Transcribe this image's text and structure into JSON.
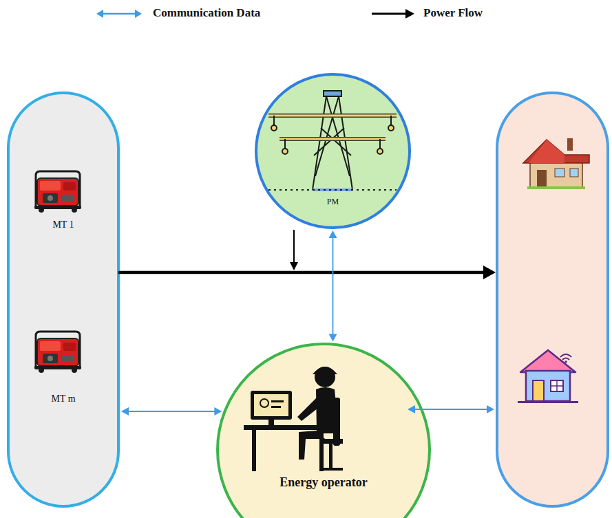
{
  "diagram": {
    "nodes": [
      {
        "text": [
          "MT 1",
          "MT m"
        ]
      },
      {
        "text": [
          "PM"
        ]
      },
      {
        "text": [
          "Energy operator"
        ]
      }
    ],
    "edges": [
      {
        "from": 0,
        "to": 2,
        "arrow": "both"
      },
      {
        "from": 1,
        "to": 2,
        "arrow": "both"
      }
    ],
    "legend": [
      {
        "text": "Communication Data"
      },
      {
        "text": "Power Flow"
      }
    ]
  }
}
